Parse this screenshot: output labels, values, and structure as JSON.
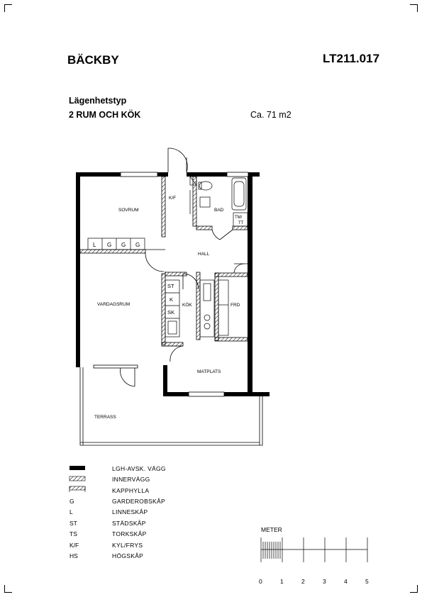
{
  "header": {
    "title": "BÄCKBY",
    "code": "LT211.017",
    "type_label": "Lägenhetstyp",
    "type_value": "2 RUM OCH KÖK",
    "area": "Ca. 71 m2"
  },
  "plan": {
    "rooms": {
      "sovrum": "SOVRUM",
      "vardagsrum": "VARDAGSRUM",
      "hall": "HALL",
      "kok": "KÖK",
      "frd": "FRD",
      "bad": "BAD",
      "matplats": "MATPLATS",
      "terrass": "TERRASS",
      "kf": "K/F"
    },
    "fixtures": {
      "l": "L",
      "g1": "G",
      "g2": "G",
      "g3": "G",
      "st": "ST",
      "k": "K",
      "sk": "SK",
      "tm": "TM/",
      "tt": "TT"
    }
  },
  "legend": [
    {
      "symbol": "solid-wall",
      "label": "LGH-AVSK. VÄGG"
    },
    {
      "symbol": "inner-wall",
      "label": "INNERVÄGG"
    },
    {
      "symbol": "hat-shelf",
      "label": "KAPPHYLLA"
    },
    {
      "symbol": "G",
      "label": "GARDEROBSKÅP"
    },
    {
      "symbol": "L",
      "label": "LINNESKÅP"
    },
    {
      "symbol": "ST",
      "label": "STÄDSKÅP"
    },
    {
      "symbol": "TS",
      "label": "TORKSKÅP"
    },
    {
      "symbol": "K/F",
      "label": "KYL/FRYS"
    },
    {
      "symbol": "HS",
      "label": "HÖGSKÅP"
    }
  ],
  "scale": {
    "title": "METER",
    "ticks": [
      "0",
      "1",
      "2",
      "3",
      "4",
      "5"
    ]
  }
}
